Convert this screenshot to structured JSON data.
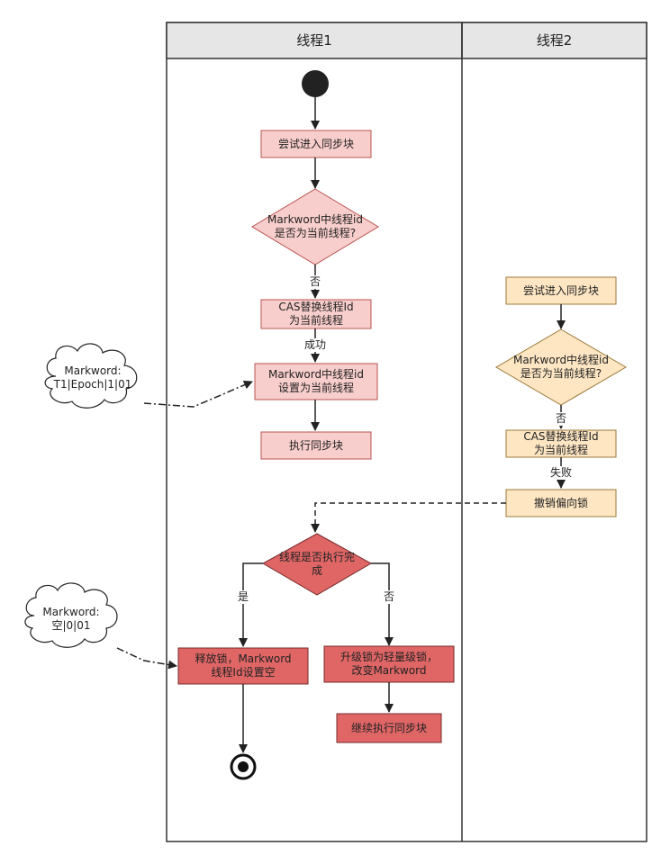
{
  "lanes": [
    {
      "title": "线程1"
    },
    {
      "title": "线程2"
    }
  ],
  "thread1": {
    "try_enter": "尝试进入同步块",
    "check_id": "Markword中线程id\n是否为当前线程?",
    "no_label": "否",
    "cas": "CAS替换线程Id\n为当前线程",
    "success": "成功",
    "set_id": "Markword中线程id\n设置为当前线程",
    "execute": "执行同步块",
    "done_check": "线程是否执行完\n成",
    "yes_label": "是",
    "no_label2": "否",
    "release": "释放锁，Markword\n线程Id设置空",
    "upgrade": "升级锁为轻量级锁，\n改变Markword",
    "continue": "继续执行同步块"
  },
  "thread2": {
    "try_enter": "尝试进入同步块",
    "check_id": "Markword中线程id\n是否为当前线程?",
    "no_label": "否",
    "cas": "CAS替换线程Id\n为当前线程",
    "fail": "失败",
    "revoke": "撤销偏向锁"
  },
  "clouds": {
    "cloud1": "Markword:\nT1|Epoch|1|01",
    "cloud2": "Markword:\n空|0|01"
  },
  "colors": {
    "pink_fill": "#f8cecc",
    "pink_stroke": "#b85450",
    "red_fill": "#e06666",
    "red_stroke": "#7a2b2b",
    "yellow_fill": "#fee6c3",
    "yellow_stroke": "#9b7a3a",
    "header_fill": "#e6e6e6"
  }
}
